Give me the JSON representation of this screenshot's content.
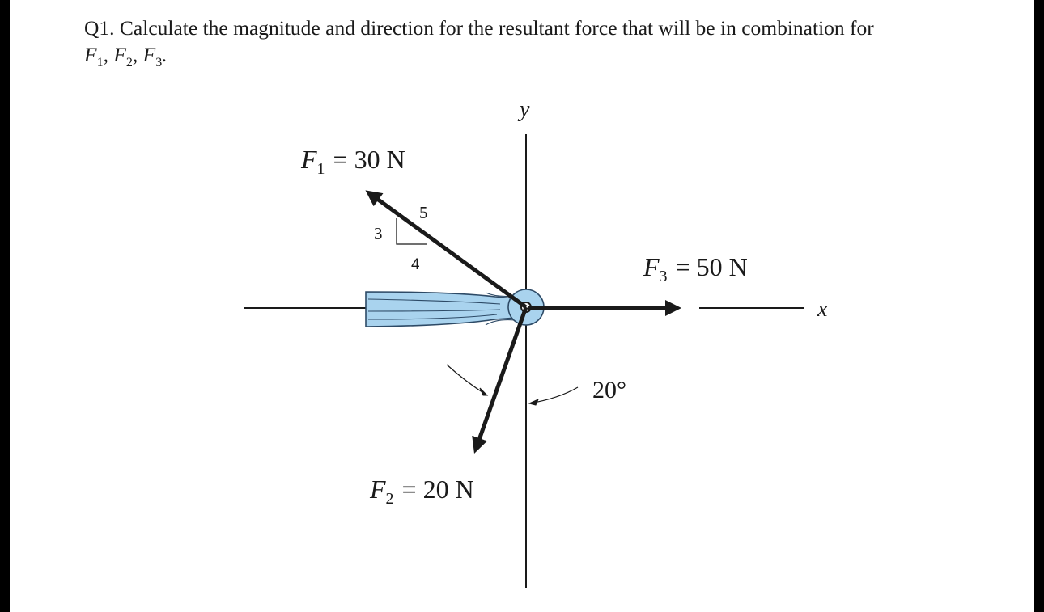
{
  "question": {
    "number": "Q1.",
    "text": "Calculate the magnitude and direction for the resultant force that will be in combination for",
    "forces_line": [
      {
        "symbol": "F",
        "sub": "1",
        "sep": ", "
      },
      {
        "symbol": "F",
        "sub": "2",
        "sep": ", "
      },
      {
        "symbol": "F",
        "sub": "3",
        "sep": "."
      }
    ]
  },
  "diagram": {
    "axis_x_label": "x",
    "axis_y_label": "y",
    "f1": {
      "symbol": "F",
      "sub": "1",
      "value": "= 30 N"
    },
    "f2": {
      "symbol": "F",
      "sub": "2",
      "value": "= 20 N"
    },
    "f3": {
      "symbol": "F",
      "sub": "3",
      "value": "= 50 N"
    },
    "slope_triangle": {
      "hyp": "5",
      "vertical": "3",
      "horizontal": "4"
    },
    "angle_label": "20°",
    "colors": {
      "ink": "#1a1a1a",
      "bracket_fill": "#a9d3ee",
      "bracket_stroke": "#2d4a66"
    }
  }
}
